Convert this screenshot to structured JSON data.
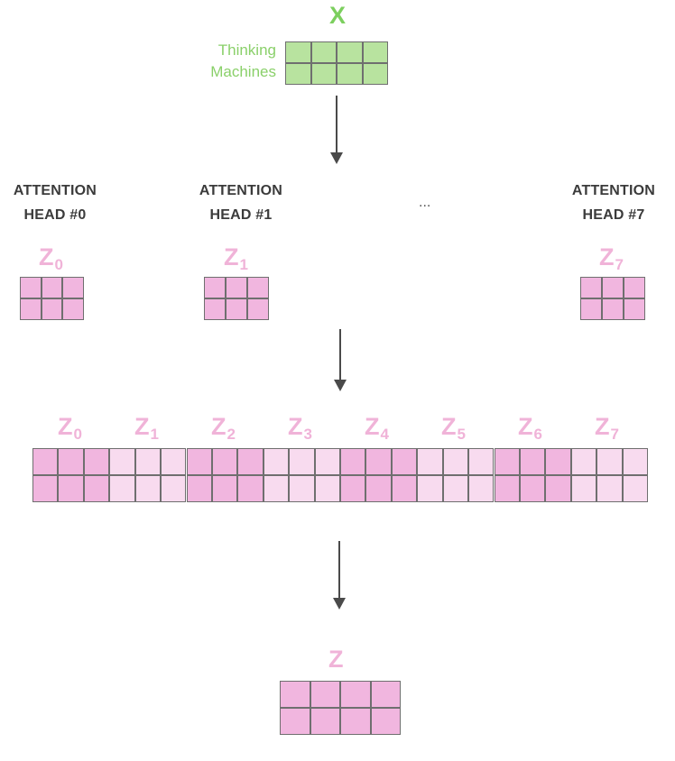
{
  "input": {
    "title": "X",
    "words": [
      "Thinking",
      "Machines"
    ]
  },
  "heads": [
    {
      "line1": "ATTENTION",
      "line2": "HEAD #0",
      "z_base": "Z",
      "z_sub": "0"
    },
    {
      "line1": "ATTENTION",
      "line2": "HEAD #1",
      "z_base": "Z",
      "z_sub": "1"
    },
    {
      "line1": "ATTENTION",
      "line2": "HEAD #7",
      "z_base": "Z",
      "z_sub": "7"
    }
  ],
  "ellipsis": "...",
  "concat": {
    "labels": [
      {
        "base": "Z",
        "sub": "0"
      },
      {
        "base": "Z",
        "sub": "1"
      },
      {
        "base": "Z",
        "sub": "2"
      },
      {
        "base": "Z",
        "sub": "3"
      },
      {
        "base": "Z",
        "sub": "4"
      },
      {
        "base": "Z",
        "sub": "5"
      },
      {
        "base": "Z",
        "sub": "6"
      },
      {
        "base": "Z",
        "sub": "7"
      }
    ]
  },
  "output": {
    "title": "Z"
  },
  "colors": {
    "green_cell": "#b8e39f",
    "pink_cell": "#f1b6df",
    "light_pink_cell": "#f8dbef",
    "label_pink": "#f0b3d8",
    "title_green": "#7ccf5e",
    "arrow": "#4a4a4a"
  }
}
